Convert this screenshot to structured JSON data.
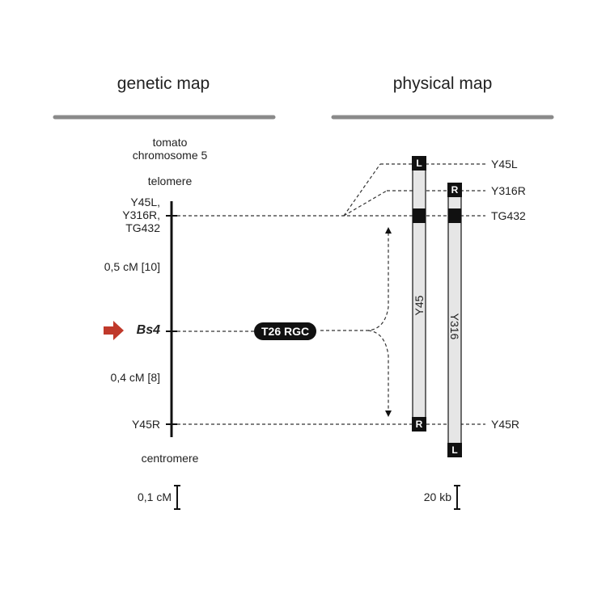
{
  "headings": {
    "genetic": "genetic map",
    "physical": "physical map"
  },
  "genetic_map": {
    "chromosome": [
      "tomato",
      "chromosome 5"
    ],
    "telomere": "telomere",
    "centromere": "centromere",
    "top_markers": [
      "Y45L,",
      "Y316R,",
      "TG432"
    ],
    "interval_top": "0,5 cM [10]",
    "gene": "Bs4",
    "interval_bottom": "0,4 cM [8]",
    "bottom_marker": "Y45R",
    "scale": "0,1 cM"
  },
  "physical_map": {
    "right_labels": {
      "y45l": "Y45L",
      "y316r": "Y316R",
      "tg432": "TG432",
      "y45r": "Y45R"
    },
    "clones": [
      {
        "name": "Y45",
        "top_end": "L",
        "bottom_end": "R"
      },
      {
        "name": "Y316",
        "top_end": "R",
        "bottom_end": "L"
      }
    ],
    "rgc_label": "T26 RGC",
    "scale": "20 kb"
  },
  "colors": {
    "arrow": "#c0392b",
    "clone_fill": "#e6e6e6",
    "rule": "#8a8a8a",
    "ink": "#111111"
  }
}
